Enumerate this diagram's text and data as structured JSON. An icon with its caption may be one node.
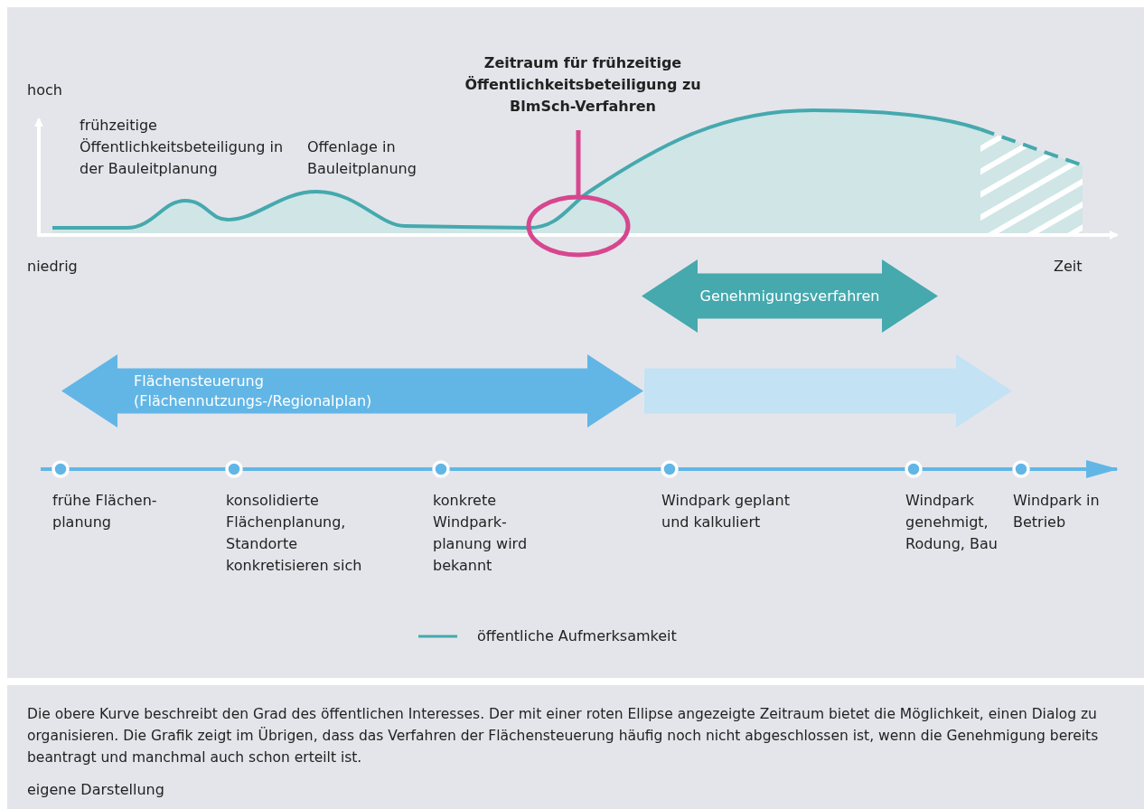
{
  "diagram": {
    "caption": "Die obere Kurve beschreibt den Grad des öffentlichen Interesses. Der mit einer roten Ellipse angezeigte Zeitraum bietet die Möglichkeit, einen Dialog zu organisieren. Die Grafik zeigt im Übrigen, dass das Verfahren der Flächensteuerung häufig noch nicht abgeschlossen ist, wenn die Genehmigung bereits  beantragt und manchmal auch schon erteilt ist.",
    "nodes": [
      {
        "text": [
          "Zeitraum für frühzeitige Öffentlichkeitsbeteiligung zu BlmSch-Verfahren"
        ]
      },
      {
        "text": [],
        "shape": "ellipse"
      },
      {
        "text": [
          "Genehmigungsverfahren"
        ]
      },
      {
        "text": [
          "Flächensteuerung (Flächennutzungs-/Regionalplan)"
        ]
      },
      {
        "text": [],
        "shape": "arrow"
      },
      {
        "text": [],
        "shape": "circle",
        "beside": [
          "frühe Flächen- planung"
        ]
      },
      {
        "text": [],
        "shape": "circle",
        "beside": [
          "konsolidierte Flächenplanung, Standorte konkretisieren sich"
        ]
      },
      {
        "text": [],
        "shape": "circle",
        "beside": [
          "konkrete Windpark- planung wird bekannt"
        ]
      },
      {
        "text": [],
        "shape": "circle",
        "beside": [
          "Windpark geplant und kalkuliert"
        ]
      },
      {
        "text": [],
        "shape": "circle",
        "beside": [
          "Windpark genehmigt, Rodung, Bau"
        ]
      },
      {
        "text": [],
        "shape": "circle",
        "beside": [
          "Windpark in Betrieb"
        ]
      }
    ],
    "edges": [
      {
        "from": 0,
        "to": 1,
        "arrow": "none"
      }
    ],
    "labels": [
      "hoch",
      "frühzeitige Öffentlichkeitsbeteiligung in der Bauleitplanung",
      "Offenlage in Bauleitplanung",
      "niedrig",
      "Zeit",
      "eigene Darstellung"
    ],
    "legend": [
      {
        "text": "öffentliche Aufmerksamkeit"
      }
    ]
  }
}
